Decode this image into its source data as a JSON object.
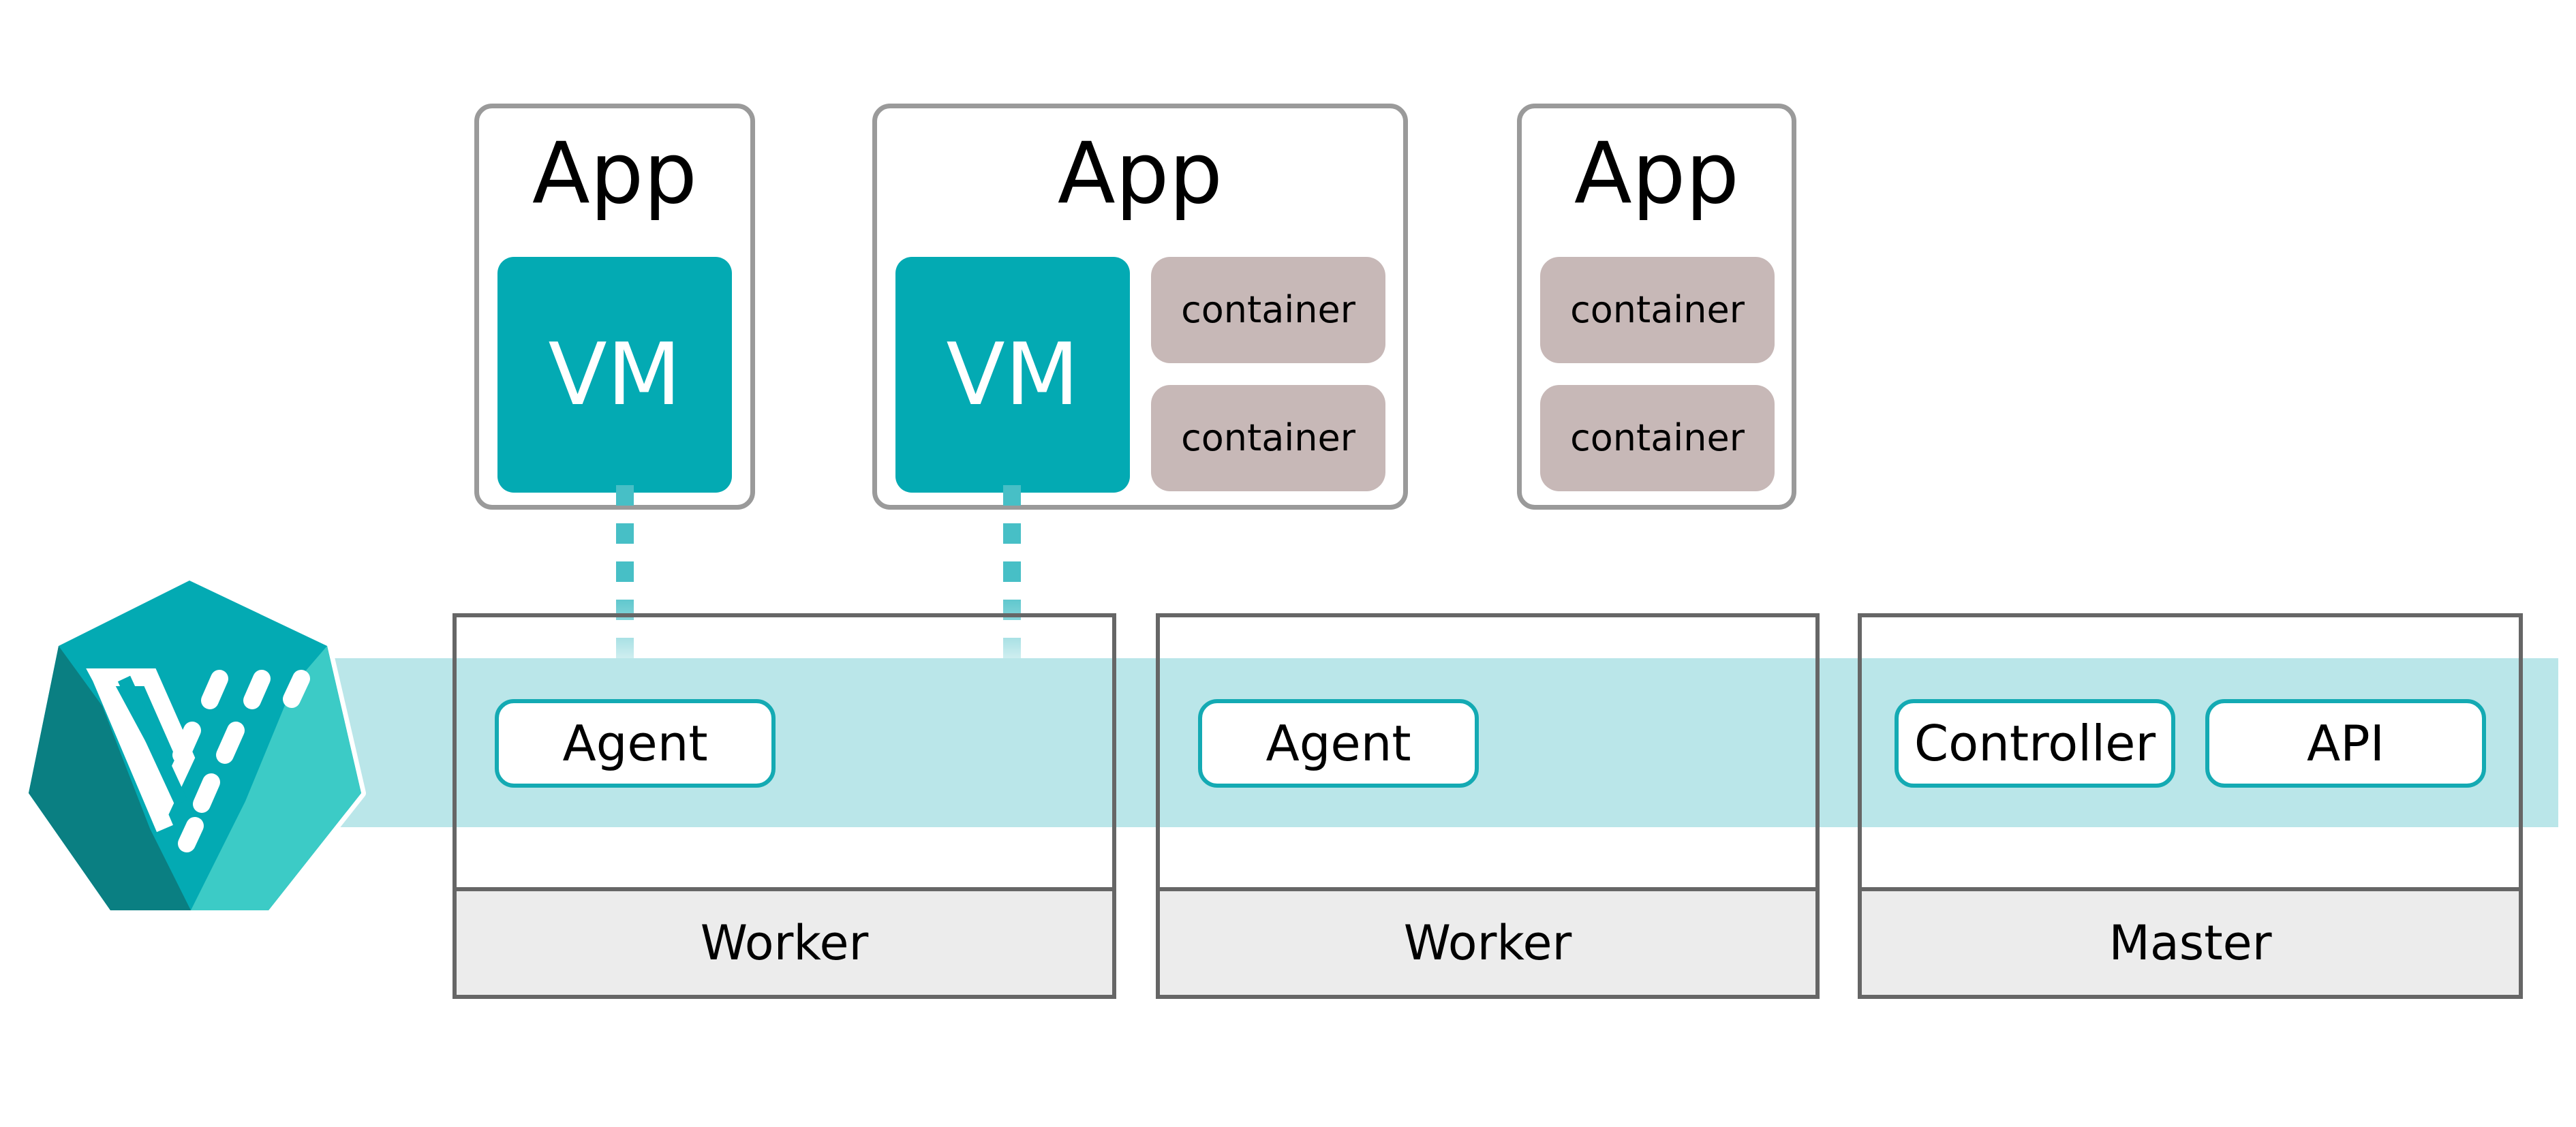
{
  "apps": [
    {
      "title": "App",
      "vm_label": "VM",
      "containers": []
    },
    {
      "title": "App",
      "vm_label": "VM",
      "containers": [
        "container",
        "container"
      ]
    },
    {
      "title": "App",
      "containers": [
        "container",
        "container"
      ]
    }
  ],
  "nodes": [
    {
      "role": "Worker",
      "components": [
        "Agent"
      ]
    },
    {
      "role": "Worker",
      "components": [
        "Agent"
      ]
    },
    {
      "role": "Master",
      "components": [
        "Controller",
        "API"
      ]
    }
  ],
  "colors": {
    "vm": "#03aab3",
    "container": "#c7b8b7",
    "band": "#bae6e9",
    "pill_border": "#14aab3",
    "node_border": "#666666",
    "node_footer": "#ececec",
    "logo_dark": "#0a7f82",
    "logo_mid": "#03aab3",
    "logo_light": "#3ccbc6"
  },
  "logo": {
    "icon": "kubevirt-logo-icon"
  }
}
